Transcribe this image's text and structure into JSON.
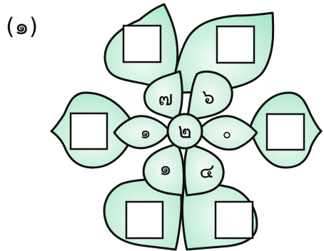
{
  "problem_label": "(๑)",
  "center_number": "๒",
  "inner_numbers": {
    "top_left": "๗",
    "top_right": "๖",
    "left": "๑",
    "right": "๐",
    "bottom_left": "๑",
    "bottom_right": "๔"
  },
  "outer_boxes": [
    "",
    "",
    "",
    "",
    "",
    ""
  ],
  "colors": {
    "petal_light": "#e6f7ef",
    "petal_mid": "#b8ecd2",
    "outline": "#111111",
    "box_fill": "#ffffff"
  }
}
